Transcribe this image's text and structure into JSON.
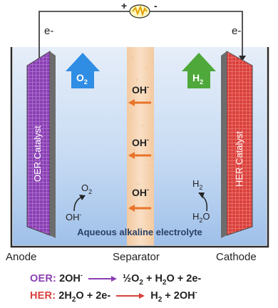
{
  "circuit": {
    "left_wire_label": "e-",
    "right_wire_label": "e-",
    "plus_sign": "+",
    "minus_sign": "-",
    "source_icon": "power-supply-icon"
  },
  "anode": {
    "catalyst_label": "OER Catalyst",
    "gas_label": "O",
    "gas_sub": "2",
    "reactant_label": "O",
    "reactant_sub": "2",
    "hydroxide_label": "OH",
    "hydroxide_sup": "-",
    "name": "Anode",
    "arrow_color": "#2f8de4",
    "color": "#8a3fb3"
  },
  "cathode": {
    "catalyst_label": "HER Catalyst",
    "gas_label": "H",
    "gas_sub": "2",
    "product_label": "H",
    "product_sub": "2",
    "water_label": "H",
    "water_sub": "2",
    "water_tail": "O",
    "name": "Cathode",
    "arrow_color": "#4ea83a",
    "color": "#d9403c"
  },
  "separator": {
    "name": "Separator",
    "ion_label": "OH",
    "ion_sup": "-",
    "arrow_color": "#e8742b",
    "color": "#f6d3b0"
  },
  "electrolyte": {
    "label": "Aqueous alkaline electrolyte",
    "color": "#bcd6f2"
  },
  "equations": {
    "oer": {
      "tag": "OER:",
      "lhs": "2OH",
      "lhs_sup": "-",
      "rhs_a": "½O",
      "rhs_a_sub": "2",
      "rhs_b": " + H",
      "rhs_b_sub": "2",
      "rhs_c": "O + 2e-",
      "tag_color": "#8a3fb3",
      "arrow_color": "#8a3fb3"
    },
    "her": {
      "tag": "HER:",
      "lhs_a": "2H",
      "lhs_a_sub": "2",
      "lhs_b": "O + 2e-",
      "rhs_a": "H",
      "rhs_a_sub": "2",
      "rhs_b": " + 2OH",
      "rhs_b_sup": "-",
      "tag_color": "#d9403c",
      "arrow_color": "#d9403c"
    }
  }
}
